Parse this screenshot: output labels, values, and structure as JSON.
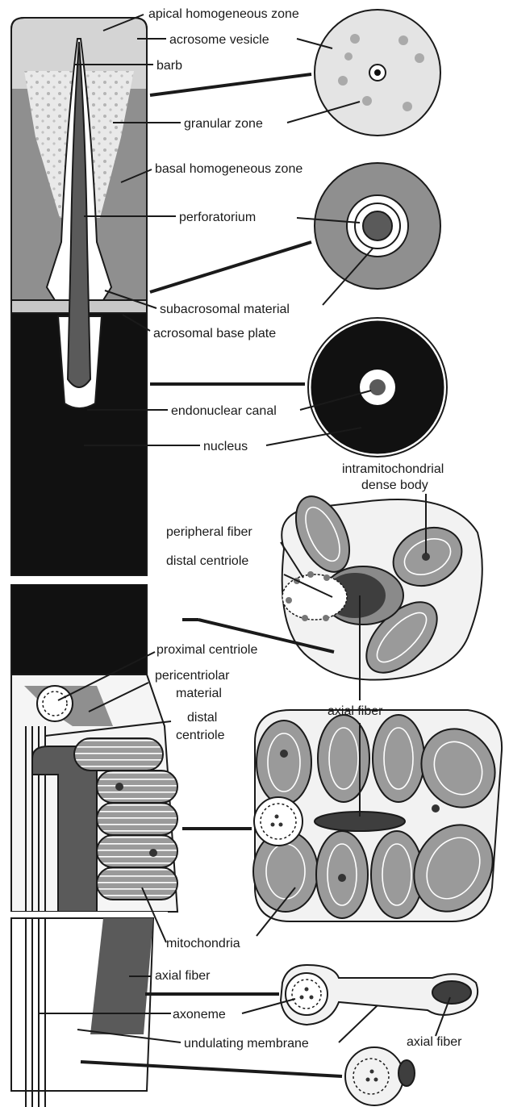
{
  "labels": {
    "apical_homogeneous_zone": "apical homogeneous zone",
    "acrosome_vesicle": "acrosome vesicle",
    "barb": "barb",
    "granular_zone": "granular zone",
    "basal_homogeneous_zone": "basal homogeneous zone",
    "perforatorium": "perforatorium",
    "subacrosomal_material": "subacrosomal material",
    "acrosomal_base_plate": "acrosomal base plate",
    "endonuclear_canal": "endonuclear canal",
    "nucleus": "nucleus",
    "intramitochondrial_1": "intramitochondrial",
    "intramitochondrial_2": "dense body",
    "peripheral_fiber": "peripheral fiber",
    "distal_centriole_top": "distal centriole",
    "proximal_centriole": "proximal centriole",
    "pericentriolar_1": "pericentriolar",
    "pericentriolar_2": "material",
    "distal_1": "distal",
    "distal_2": "centriole",
    "axial_fiber_mid": "axial fiber",
    "mitochondria": "mitochondria",
    "axial_fiber_lower": "axial fiber",
    "axoneme": "axoneme",
    "undulating_membrane": "undulating membrane",
    "axial_fiber_right": "axial fiber"
  },
  "colors": {
    "light_gray": "#d4d4d4",
    "granular": "#e8e8e8",
    "mid_gray": "#8c8c8c",
    "dark_gray": "#5a5a5a",
    "black": "#111111",
    "cytoplasm": "#f2f2f2"
  }
}
